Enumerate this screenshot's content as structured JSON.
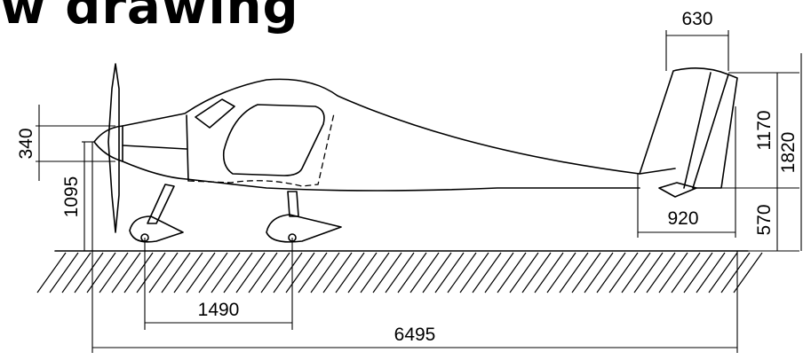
{
  "title": "w drawing",
  "dimensions": {
    "tail_chord": "630",
    "tail_height": "1170",
    "total_height": "1820",
    "prop_offset": "340",
    "nose_height": "1095",
    "tail_overhang": "920",
    "tail_ground": "570",
    "wheel_base": "1490",
    "overall_length": "6495"
  }
}
